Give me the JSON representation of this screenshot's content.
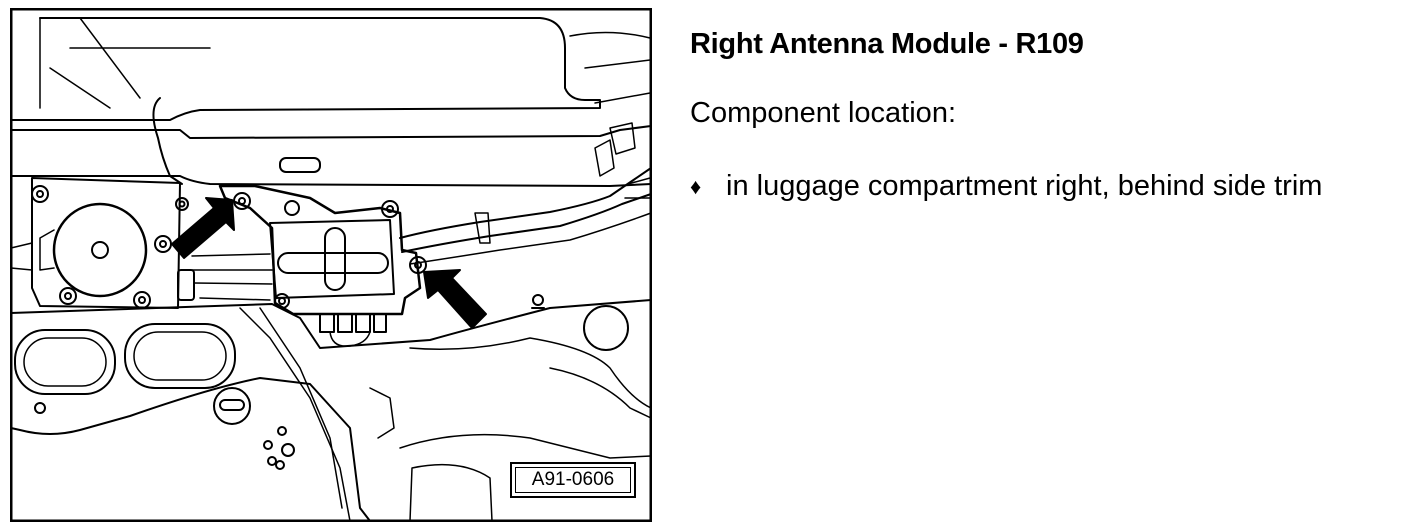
{
  "heading": {
    "title": "Right Antenna Module - R109",
    "subtitle": "Component location:"
  },
  "locations": [
    {
      "bullet": "♦",
      "text": "in luggage compartment right, behind side trim"
    }
  ],
  "figure": {
    "reference": "A91-0606",
    "icons": [
      "arrow-icon",
      "arrow-icon"
    ]
  }
}
